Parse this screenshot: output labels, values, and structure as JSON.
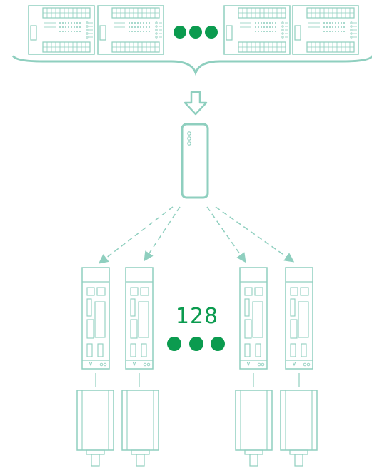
{
  "colors": {
    "line": "#8fcfbf",
    "accent": "#0b9b4f",
    "background": "#ffffff"
  },
  "diagram": {
    "controller_modules": [
      {
        "name": "controller-module-1"
      },
      {
        "name": "controller-module-2"
      },
      {
        "name": "controller-module-3"
      },
      {
        "name": "controller-module-4"
      }
    ],
    "gateway": {
      "name": "network-gateway"
    },
    "drives": [
      {
        "name": "servo-drive-1"
      },
      {
        "name": "servo-drive-2"
      },
      {
        "name": "servo-drive-3"
      },
      {
        "name": "servo-drive-4"
      }
    ],
    "motors": [
      {
        "name": "servo-motor-1"
      },
      {
        "name": "servo-motor-2"
      },
      {
        "name": "servo-motor-3"
      },
      {
        "name": "servo-motor-4"
      }
    ],
    "drive_count_label": "128",
    "icons": {
      "more_top": "ellipsis-dots-icon",
      "more_bottom": "ellipsis-dots-icon",
      "down_arrow": "down-arrow-icon"
    }
  }
}
